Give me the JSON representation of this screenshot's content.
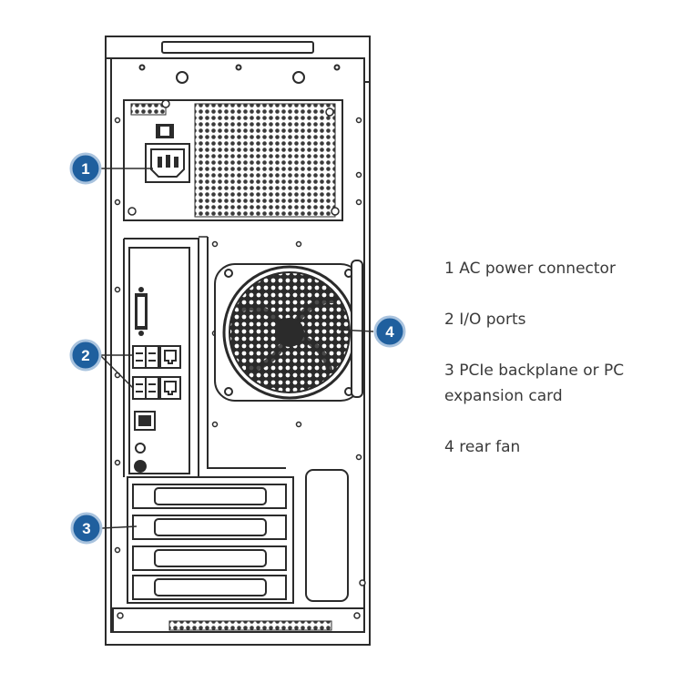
{
  "callouts": [
    {
      "number": "1",
      "label": "AC power connector"
    },
    {
      "number": "2",
      "label": "I/O ports"
    },
    {
      "number": "3",
      "label": "PCIe backplane or PC",
      "label_line2": "expansion card"
    },
    {
      "number": "4",
      "label": "rear fan"
    }
  ],
  "colors": {
    "callout_fill": "#1f5f9e",
    "callout_ring": "#a9c3de",
    "line": "#2b2b2b",
    "legend_text": "#3a3a3a"
  }
}
